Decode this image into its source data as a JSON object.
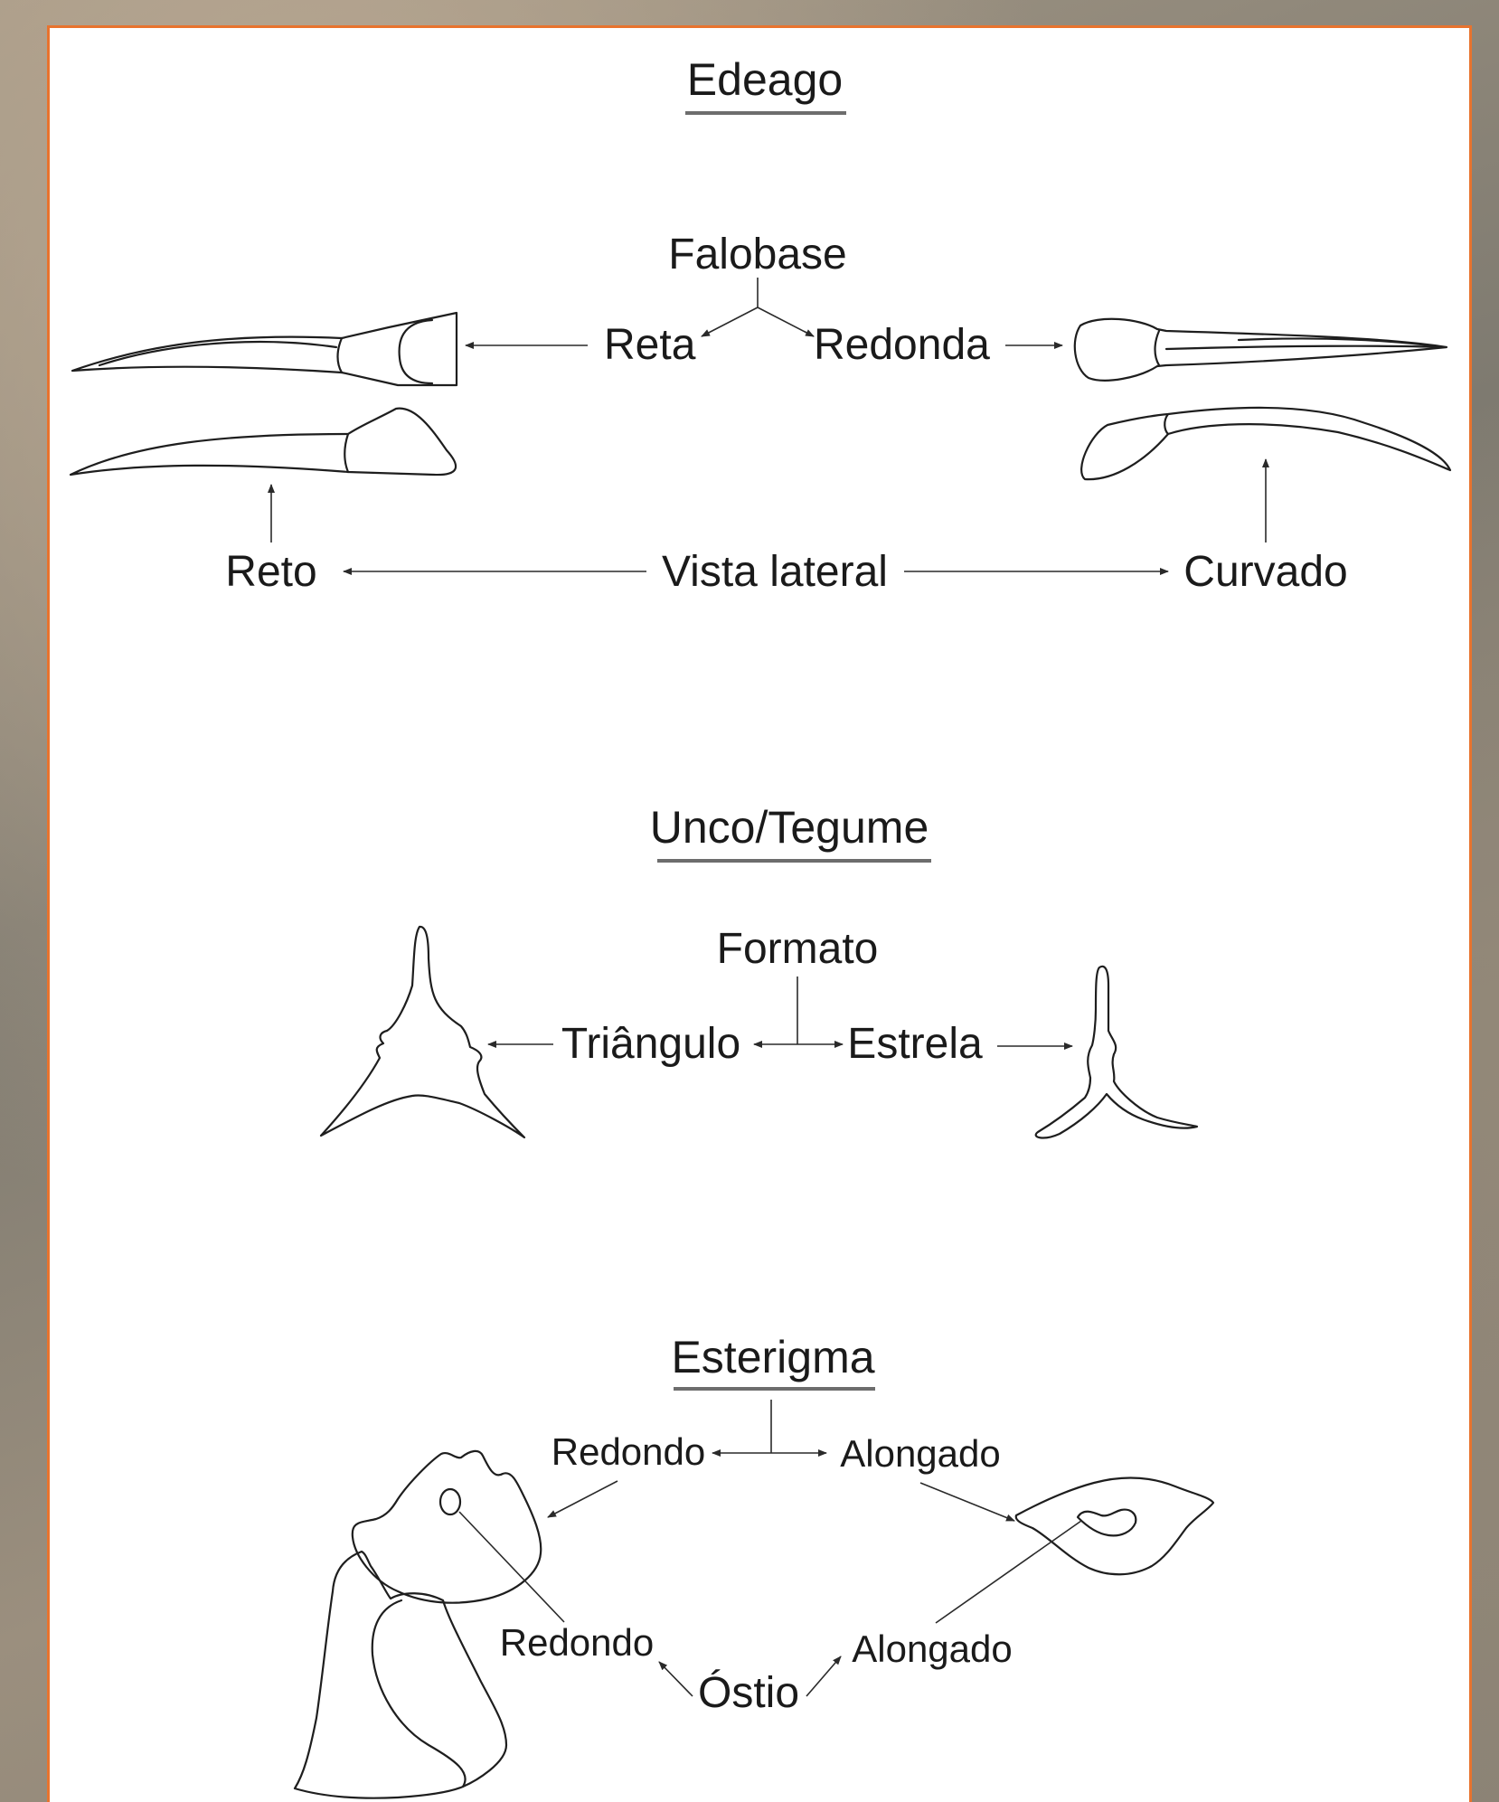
{
  "colors": {
    "frame": "#e8732e",
    "ink": "#1a1a1a"
  },
  "sections": {
    "edeago": {
      "title": "Edeago",
      "falobase": "Falobase",
      "reta": "Reta",
      "redonda": "Redonda",
      "vista_lateral": "Vista lateral",
      "reto": "Reto",
      "curvado": "Curvado"
    },
    "unco": {
      "title": "Unco/Tegume",
      "formato": "Formato",
      "triangulo": "Triângulo",
      "estrela": "Estrela"
    },
    "esterigma": {
      "title": "Esterigma",
      "redondo": "Redondo",
      "alongado": "Alongado",
      "ostio": "Óstio",
      "ostio_redondo": "Redondo",
      "ostio_alongado": "Alongado"
    }
  }
}
